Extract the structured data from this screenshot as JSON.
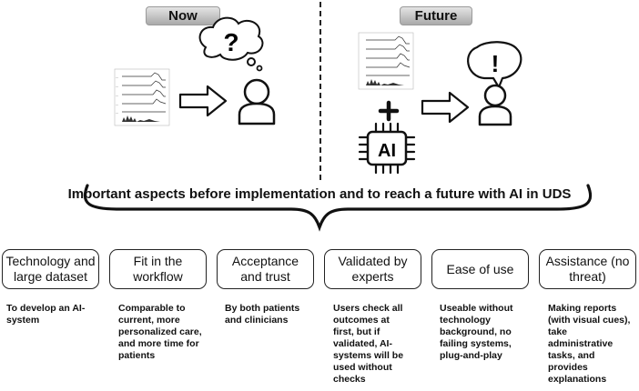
{
  "header": {
    "now_label": "Now",
    "future_label": "Future"
  },
  "icons": {
    "now": [
      "chart-stack-icon",
      "arrow-right-icon",
      "thought-bubble-icon",
      "person-icon"
    ],
    "future": [
      "chart-stack-icon",
      "plus-icon",
      "ai-chip-icon",
      "arrow-right-icon",
      "speech-bubble-icon",
      "person-icon"
    ]
  },
  "question_glyph": "?",
  "exclaim_glyph": "!",
  "chip_label": "AI",
  "banner": "Important aspects before implementation and to reach a future with AI in UDS",
  "aspects": [
    {
      "title": "Technology and large dataset",
      "desc": "To develop an AI-system"
    },
    {
      "title": "Fit in the workflow",
      "desc": "Comparable to current, more personalized care, and more time for patients"
    },
    {
      "title": "Acceptance and trust",
      "desc": "By both patients and clinicians"
    },
    {
      "title": "Validated by experts",
      "desc": "Users check all outcomes at first, but if validated, AI-systems will be used without checks"
    },
    {
      "title": "Ease of use",
      "desc": "Useable without technology background, no failing systems, plug-and-play"
    },
    {
      "title": "Assistance (no threat)",
      "desc": "Making reports (with visual cues), take administrative tasks, and provides explanations"
    }
  ]
}
